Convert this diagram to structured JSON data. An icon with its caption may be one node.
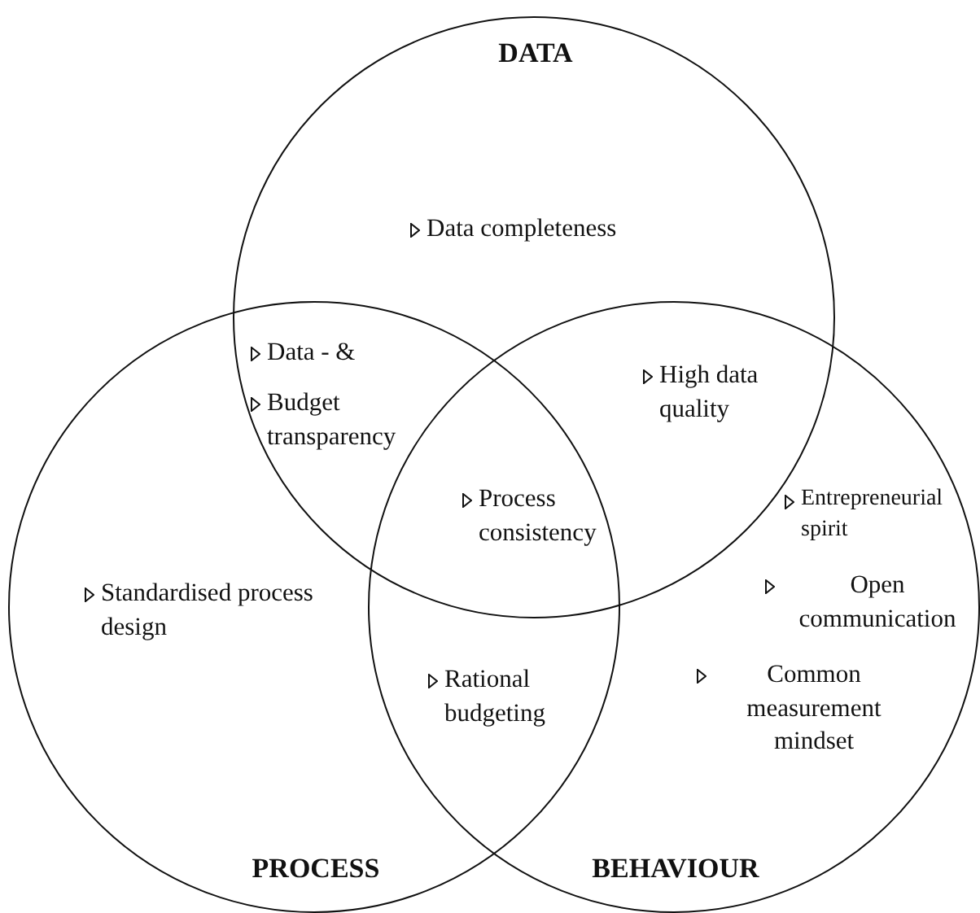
{
  "diagram": {
    "nodes": [
      {
        "text": [
          "DATA"
        ]
      },
      {
        "text": [
          "PROCESS"
        ]
      },
      {
        "text": [
          "BEHAVIOUR"
        ]
      }
    ],
    "edges": [],
    "labels": [
      "Data completeness",
      "Data - &",
      "Budget transparency",
      "High data quality",
      "Process consistency",
      "Entrepreneurial spirit",
      "Standardised process design",
      "Open communication",
      "Rational budgeting",
      "Common measurement mindset"
    ]
  }
}
